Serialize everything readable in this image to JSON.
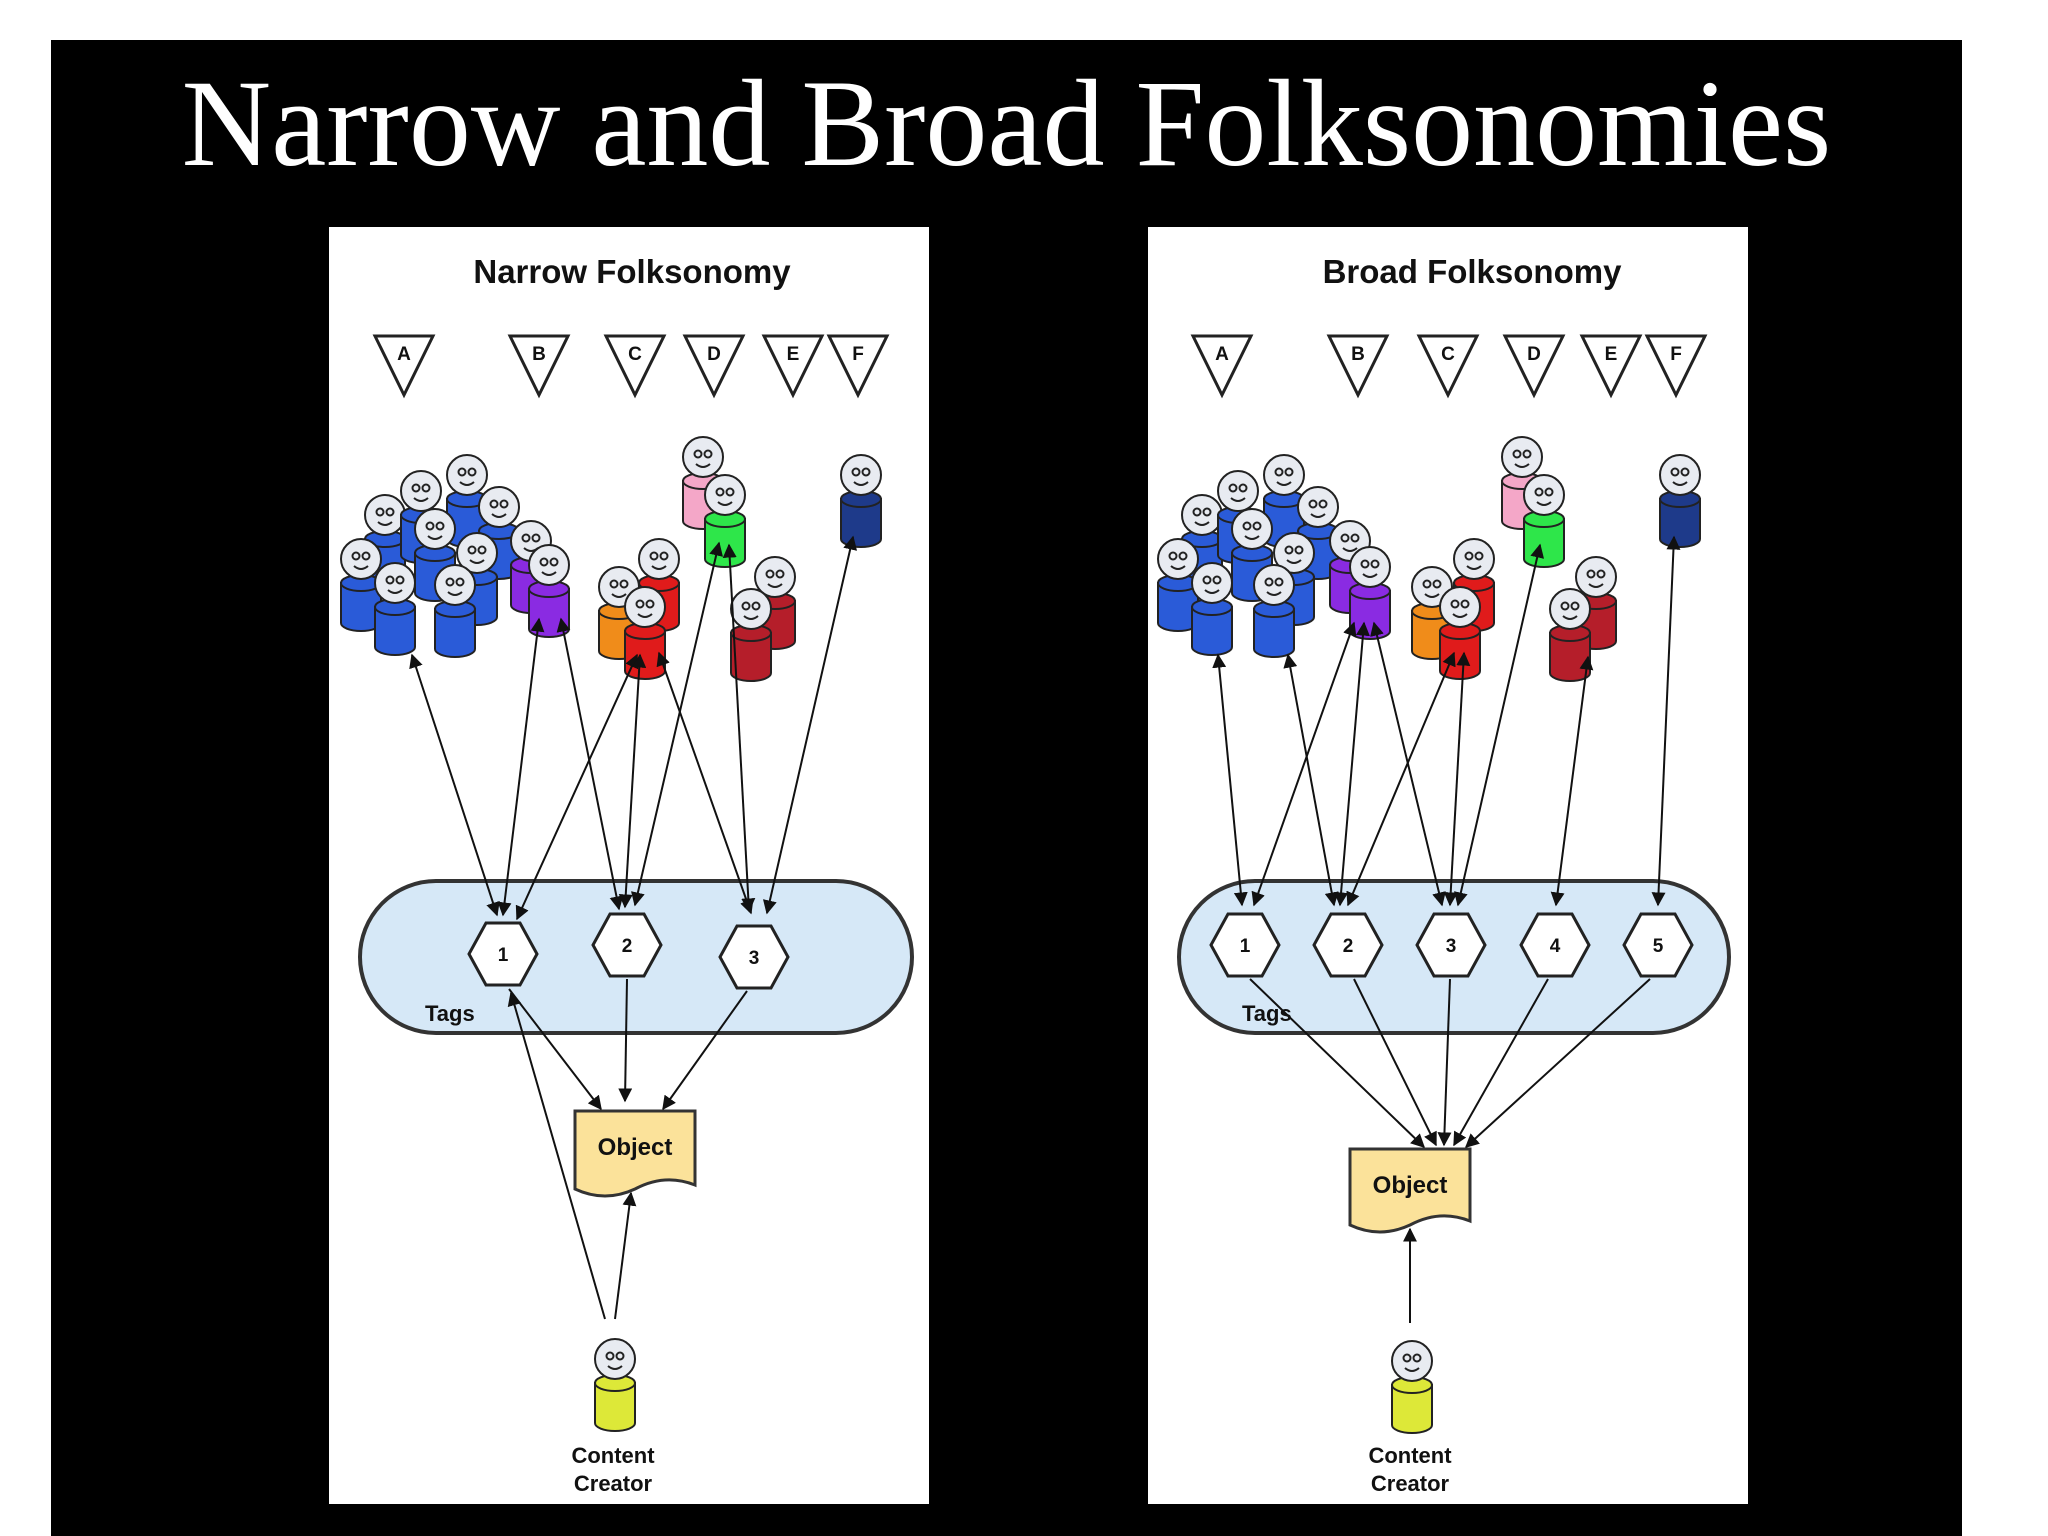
{
  "slide": {
    "title": "Narrow and Broad Folksonomies"
  },
  "colors": {
    "background": "#000000",
    "panel": "#ffffff",
    "tags_band": "#d6e8f7",
    "object": "#fbe29a",
    "creator": "#dde838",
    "blue_users": "#2a5bd8",
    "purple_users": "#8a2be2",
    "red_users": "#e01b1b",
    "orange_user": "#f08c1a",
    "pink_user": "#f4a7c8",
    "green_user": "#2ee64a",
    "dark_red_users": "#b51e2a",
    "navy_user": "#1e3a8a"
  },
  "icons": {
    "user": "person-icon",
    "tag": "hexagon-icon",
    "user_label": "triangle-marker-icon",
    "object": "document-icon"
  },
  "panels": {
    "narrow": {
      "title": "Narrow Folksonomy",
      "user_labels": [
        "A",
        "B",
        "C",
        "D",
        "E",
        "F"
      ],
      "tags": [
        "1",
        "2",
        "3"
      ],
      "tags_label": "Tags",
      "object_label": "Object",
      "creator_line1": "Content",
      "creator_line2": "Creator"
    },
    "broad": {
      "title": "Broad Folksonomy",
      "user_labels": [
        "A",
        "B",
        "C",
        "D",
        "E",
        "F"
      ],
      "tags": [
        "1",
        "2",
        "3",
        "4",
        "5"
      ],
      "tags_label": "Tags",
      "object_label": "Object",
      "creator_line1": "Content",
      "creator_line2": "Creator"
    }
  }
}
